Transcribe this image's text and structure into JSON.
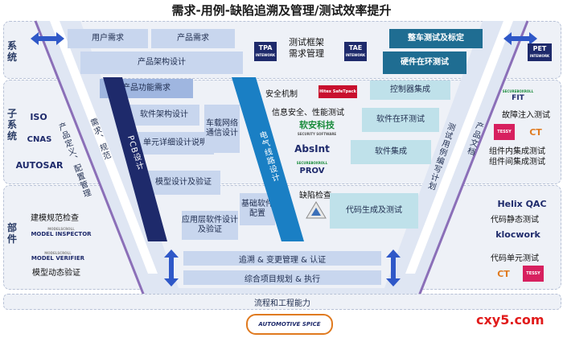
{
  "title": "需求-用例-缺陷追溯及管理/测试效率提升",
  "levels": {
    "system": "系统",
    "subsystem": "子系统",
    "component": "部件"
  },
  "left_boxes": {
    "user_req": "用户需求",
    "product_req": "产品需求",
    "product_arch": "产品架构设计",
    "func_req": "产品功能需求",
    "sw_arch": "软件架构设计",
    "unit_design": "单元详细设计说明",
    "model_design": "模型设计及验证",
    "app_sw": "应用层软件设计及验证",
    "network": "车载网络通信设计",
    "base_sw": "基础软件配置"
  },
  "diagonals": {
    "product_def": "产品定义、配置管理",
    "requirement_spec": "需求、规范",
    "pcb": "PCB设计",
    "circuit": "电气线路设计",
    "test_case": "测试用例编写计划",
    "doc": "产品文档"
  },
  "center": {
    "test_framework": "测试框架\n需求管理",
    "tpa": "TPA",
    "tpa_sub": "INTEWORK",
    "tae": "TAE",
    "tae_sub": "INTEWORK",
    "security": "安全机制",
    "info_security": "信息安全、性能测试",
    "hitex": "Hitex SafeTpack",
    "ruanan": "软安科技",
    "ruanan_sub": "SECURITY SOFTWARE",
    "absint": "AbsInt",
    "prov": "PROV",
    "prov_sub": "SECUREBOXROLL",
    "defect": "缺陷检查"
  },
  "right_boxes": {
    "vehicle_test": "整车测试及标定",
    "hil": "硬件在环测试",
    "controller": "控制器集成",
    "sil": "软件在环测试",
    "sw_integration": "软件集成",
    "code_gen": "代码生成及测试"
  },
  "bands": {
    "trace": "追溯 & 变更管理 & 认证",
    "plan": "综合项目规划 & 执行",
    "process": "流程和工程能力",
    "spice": "AUTOMOTIVE SPICE"
  },
  "left_side": {
    "iso": "ISO",
    "cnas": "CNAS",
    "autosar": "AUTOSAR",
    "model_check": "建模规范检查",
    "mi_top": "MODELSCROLL",
    "mi": "MODEL INSPECTOR",
    "mv_top": "MODELSCROLL",
    "mv": "MODEL VERIFIER",
    "model_verify": "模型动态验证"
  },
  "right_side": {
    "pet": "PET",
    "pet_sub": "INTEWORK",
    "fit": "FIT",
    "fit_sub": "SECUREBOXROLL",
    "fault_injection": "故障注入测试",
    "ct": "CT",
    "tessy": "TESSY",
    "integration": "组件内集成测试\n组件间集成测试",
    "helix": "Helix QAC",
    "static": "代码静态测试",
    "klocwork": "klocwork",
    "unit": "代码单元测试",
    "ct2": "CT",
    "tessy2": "TESSY"
  },
  "watermark": "cxy5.com",
  "colors": {
    "navy": "#1e2a6b",
    "blue": "#1a7fc4",
    "teal": "#1f6d92",
    "light": "#c8d6ee",
    "cyan": "#bfe1ea",
    "purple": "#8b6fb8"
  }
}
